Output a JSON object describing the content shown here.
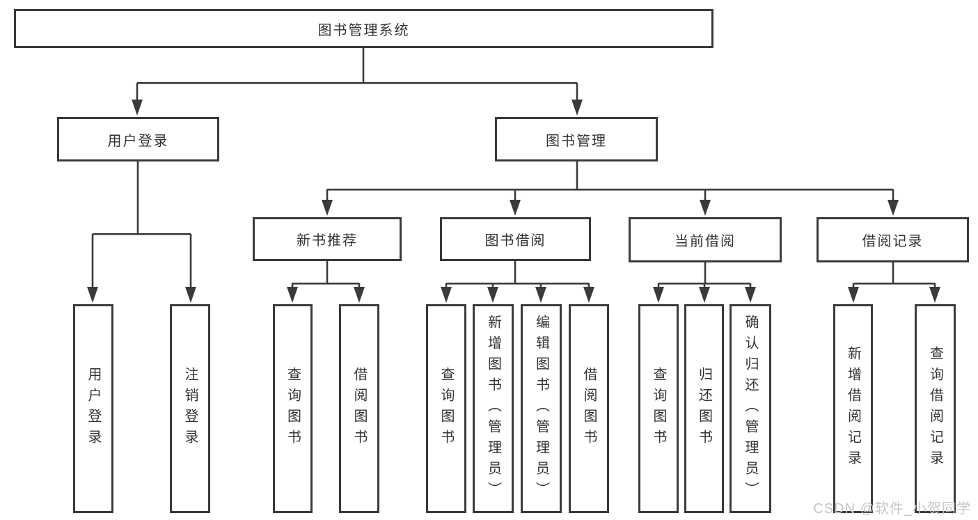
{
  "nodes": {
    "root": "图书管理系统",
    "user_login": "用户登录",
    "book_management": "图书管理",
    "new_book_recommend": "新书推荐",
    "book_borrowing": "图书借阅",
    "current_borrowing": "当前借阅",
    "borrowing_records": "借阅记录",
    "leaf_user_login": "用户登录",
    "leaf_logout": "注销登录",
    "leaf_query_books_a": "查询图书",
    "leaf_borrow_books_a": "借阅图书",
    "leaf_query_books_b": "查询图书",
    "leaf_add_books_admin": "新增图书（管理员）",
    "leaf_edit_books_admin": "编辑图书（管理员）",
    "leaf_borrow_books_b": "借阅图书",
    "leaf_query_books_c": "查询图书",
    "leaf_return_books": "归还图书",
    "leaf_confirm_return_admin": "确认归还（管理员）",
    "leaf_add_borrow_record": "新增借阅记录",
    "leaf_query_borrow_record": "查询借阅记录"
  },
  "watermark": "CSDN @软件_小贺同学",
  "colors": {
    "line": "#3a3a3a",
    "text": "#333333",
    "watermark": "#c6c6c6"
  }
}
